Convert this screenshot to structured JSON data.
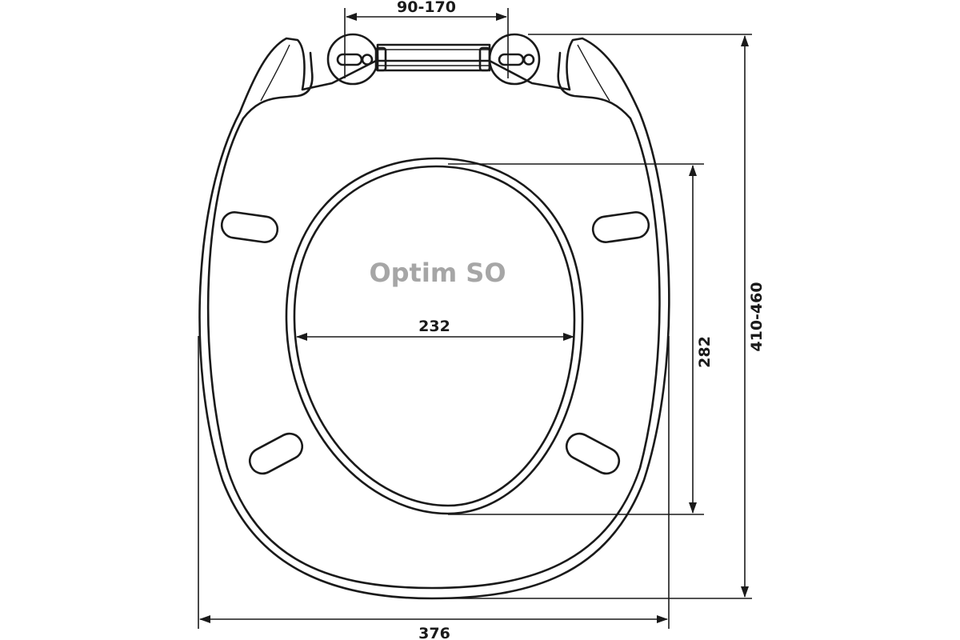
{
  "model_label": "Optim SO",
  "colors": {
    "line": "#1a1a1a",
    "model_label": "#a6a6a6",
    "background": "#ffffff"
  },
  "dimensions": {
    "hinge_spacing": "90-170",
    "inner_width": "232",
    "inner_length": "282",
    "total_length": "410-460",
    "total_width": "376"
  }
}
